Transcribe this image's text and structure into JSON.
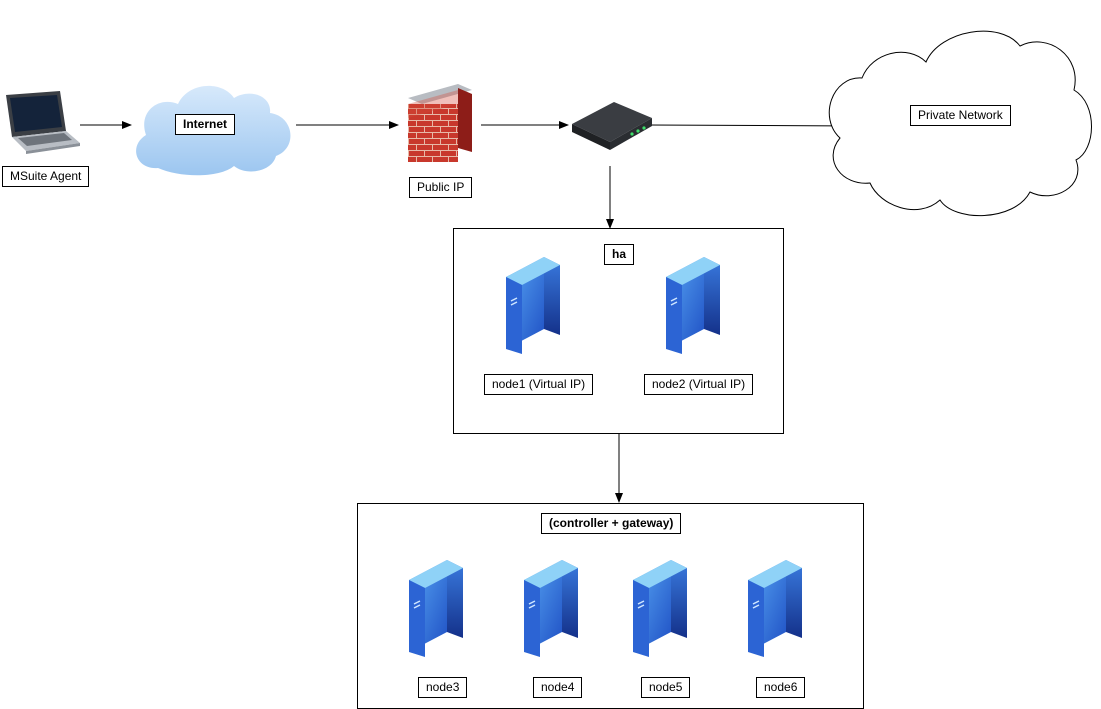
{
  "labels": {
    "agent": "MSuite Agent",
    "internet": "Internet",
    "public_ip": "Public IP",
    "private_network": "Private Network",
    "ha_group": "ha",
    "node1": "node1 (Virtual IP)",
    "node2": "node2 (Virtual IP)",
    "controller_group": "(controller + gateway)",
    "node3": "node3",
    "node4": "node4",
    "node5": "node5",
    "node6": "node6"
  },
  "icons": {
    "agent": "laptop-icon",
    "internet": "cloud-icon",
    "firewall": "firewall-icon",
    "router": "router-icon",
    "private_network": "cloud-outline-icon",
    "server": "server-icon"
  },
  "colors": {
    "cloud_fill": "#a9cdf2",
    "brick": "#c0392b",
    "server_front": "#2f6fe0",
    "server_side": "#1a3f9e",
    "server_top": "#4fb8f0",
    "line": "#000000"
  }
}
